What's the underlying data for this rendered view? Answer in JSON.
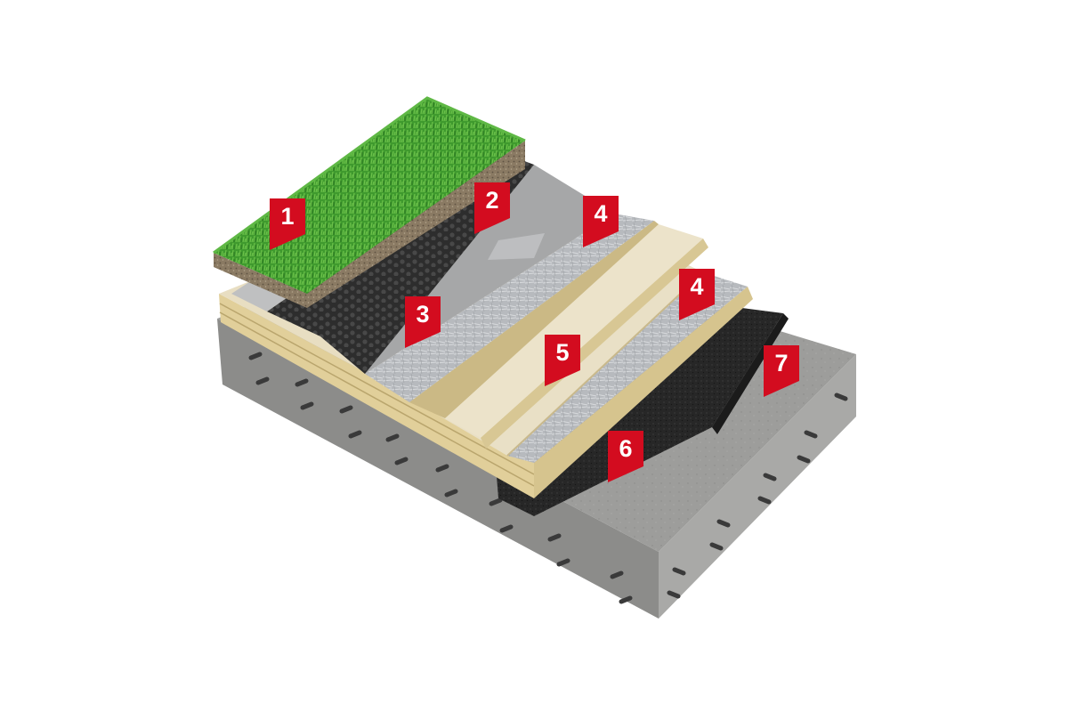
{
  "diagram": {
    "callouts": [
      {
        "id": "callout-1",
        "number": "1"
      },
      {
        "id": "callout-2",
        "number": "2"
      },
      {
        "id": "callout-3",
        "number": "3"
      },
      {
        "id": "callout-4a",
        "number": "4"
      },
      {
        "id": "callout-4b",
        "number": "4"
      },
      {
        "id": "callout-5",
        "number": "5"
      },
      {
        "id": "callout-6",
        "number": "6"
      },
      {
        "id": "callout-7",
        "number": "7"
      }
    ],
    "colors": {
      "badge_red": "#d30c1f",
      "grass": "#3f9a2e",
      "soil": "#8a7a63",
      "drainage_membrane": "#2b2b2b",
      "membrane_grey": "#a8a8a8",
      "insulation_board": "#e6dcc0",
      "foil_facing": "#b9bcc0",
      "bitumen_layer": "#262626",
      "concrete": "#9d9d9b"
    }
  }
}
